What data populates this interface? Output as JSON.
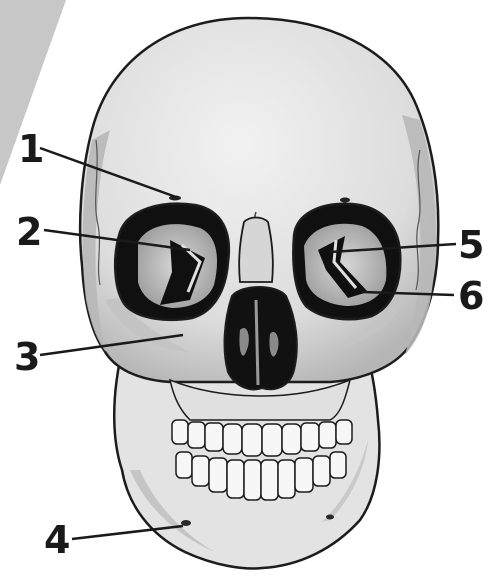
{
  "labels": [
    {
      "id": "1",
      "text": "1"
    },
    {
      "id": "2",
      "text": "2"
    },
    {
      "id": "3",
      "text": "3"
    },
    {
      "id": "4",
      "text": "4"
    },
    {
      "id": "5",
      "text": "5"
    },
    {
      "id": "6",
      "text": "6"
    }
  ],
  "colors": {
    "bone": "#e6e6e6",
    "bone_shadow": "#b9b9b9",
    "outline": "#1c1c1c",
    "cavity": "#0f0f0f",
    "background_wedge": "#c7c7c7",
    "leader": "#1a1a1a"
  }
}
